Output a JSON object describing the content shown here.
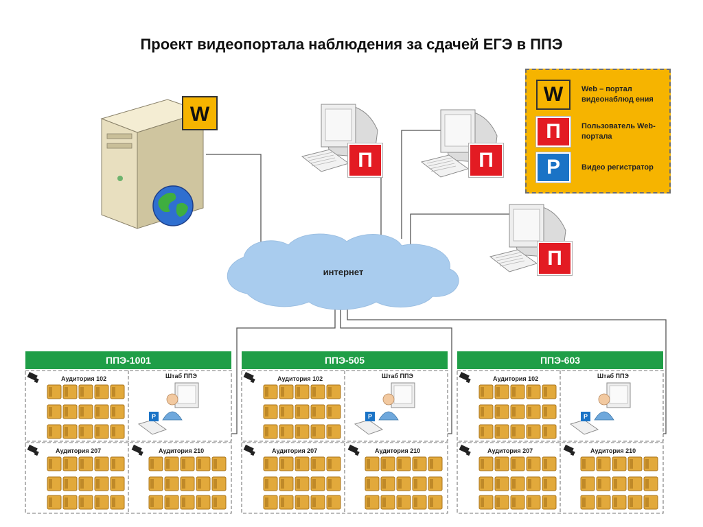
{
  "title": "Проект видеопортала наблюдения за сдачей ЕГЭ в ППЭ",
  "legend": [
    {
      "symbol": "W",
      "text": "Web – портал видеонаблюд ения",
      "color": "#f6b400"
    },
    {
      "symbol": "П",
      "text": "Пользователь Web-портала",
      "color": "#e31b23"
    },
    {
      "symbol": "P",
      "text": "Видео регистратор",
      "color": "#1a73c6"
    }
  ],
  "server_badge": "W",
  "user_badge": "П",
  "recorder_badge": "P",
  "cloud_label": "интернет",
  "sites": [
    {
      "name": "ППЭ-1001",
      "rooms": {
        "top": "Аудитория 102",
        "staff": "Штаб ППЭ",
        "left": "Аудитория 207",
        "right": "Аудитория 210"
      }
    },
    {
      "name": "ППЭ-505",
      "rooms": {
        "top": "Аудитория 102",
        "staff": "Штаб ППЭ",
        "left": "Аудитория 207",
        "right": "Аудитория 210"
      }
    },
    {
      "name": "ППЭ-603",
      "rooms": {
        "top": "Аудитория 102",
        "staff": "Штаб ППЭ",
        "left": "Аудитория 207",
        "right": "Аудитория 210"
      }
    }
  ],
  "colors": {
    "site_header": "#1f9e47",
    "desk": "#e2a93b",
    "desk_dark": "#a8741c",
    "line": "#555555",
    "cloud": "#a9ccee"
  }
}
